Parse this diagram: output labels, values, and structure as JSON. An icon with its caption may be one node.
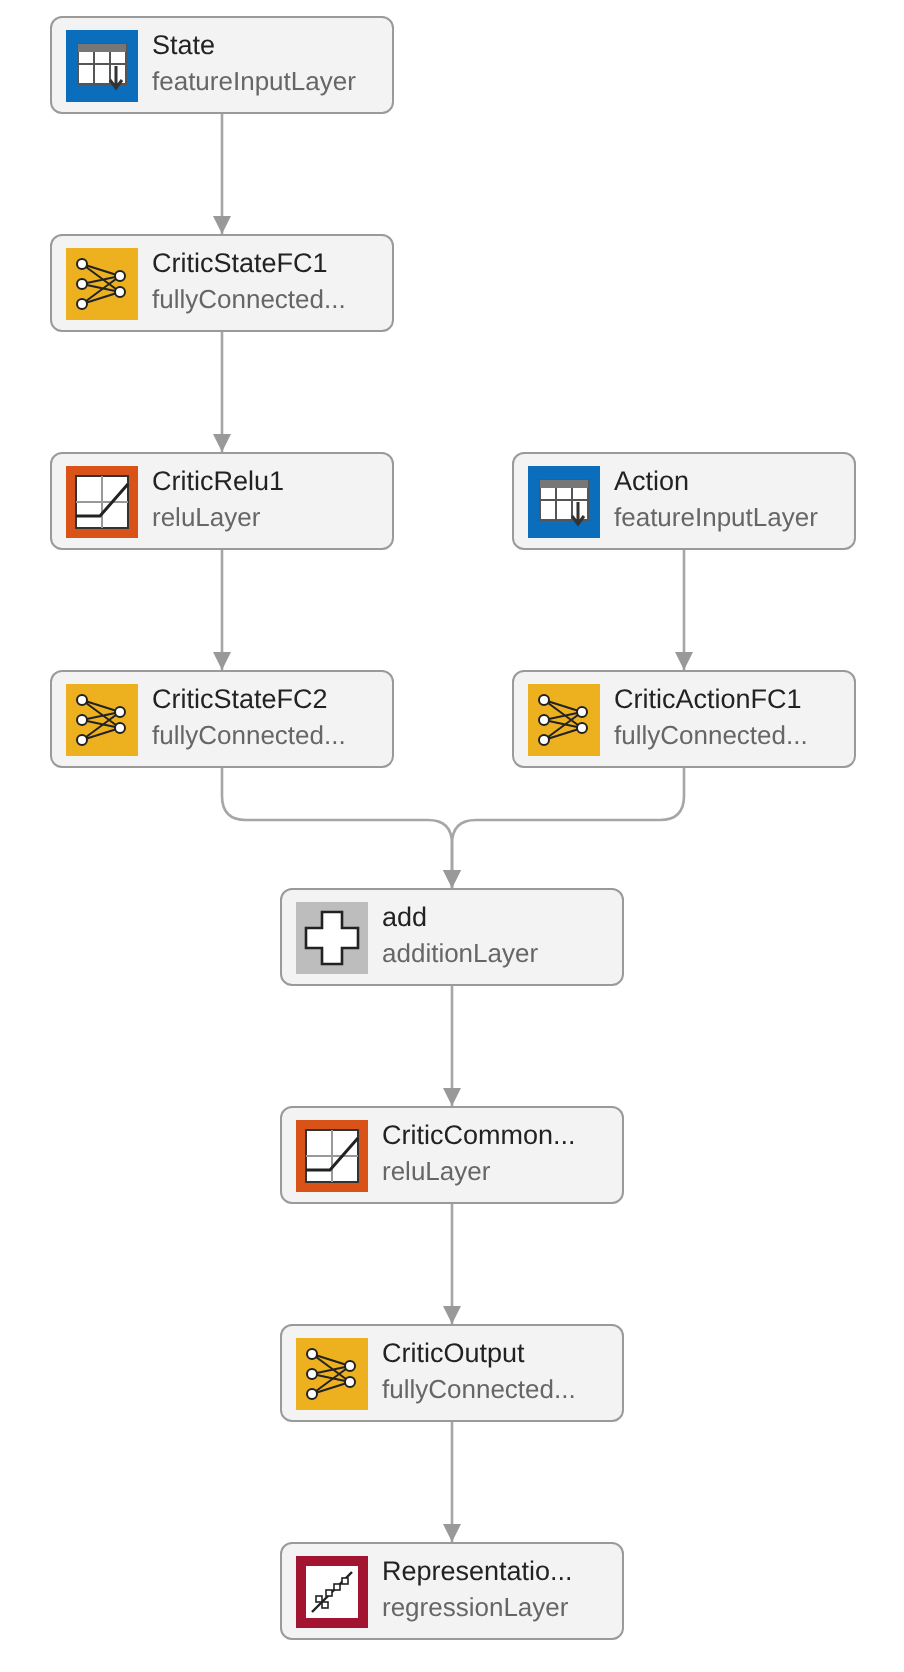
{
  "diagram": {
    "nodes": [
      {
        "text": [
          "State",
          "featureInputLayer"
        ]
      },
      {
        "text": [
          "CriticStateFC1",
          "fullyConnected..."
        ]
      },
      {
        "text": [
          "CriticRelu1",
          "reluLayer"
        ]
      },
      {
        "text": [
          "Action",
          "featureInputLayer"
        ]
      },
      {
        "text": [
          "CriticStateFC2",
          "fullyConnected..."
        ]
      },
      {
        "text": [
          "CriticActionFC1",
          "fullyConnected..."
        ]
      },
      {
        "text": [
          "add",
          "additionLayer"
        ]
      },
      {
        "text": [
          "CriticCommon...",
          "reluLayer"
        ]
      },
      {
        "text": [
          "CriticOutput",
          "fullyConnected..."
        ]
      },
      {
        "text": [
          "Representatio...",
          "regressionLayer"
        ]
      }
    ],
    "edges": [
      {
        "from": 0,
        "to": 1,
        "arrow": "to"
      },
      {
        "from": 1,
        "to": 2,
        "arrow": "to"
      },
      {
        "from": 2,
        "to": 4,
        "arrow": "to"
      },
      {
        "from": 3,
        "to": 5,
        "arrow": "to"
      },
      {
        "from": 4,
        "to": 6,
        "arrow": "to"
      },
      {
        "from": 5,
        "to": 6,
        "arrow": "to"
      },
      {
        "from": 6,
        "to": 7,
        "arrow": "to"
      },
      {
        "from": 7,
        "to": 8,
        "arrow": "to"
      },
      {
        "from": 8,
        "to": 9,
        "arrow": "to"
      }
    ]
  }
}
